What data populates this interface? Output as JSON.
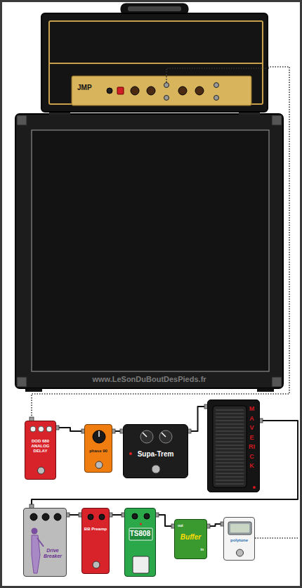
{
  "diagram": {
    "nodes": [
      {
        "text": [
          "JMP"
        ]
      },
      {
        "text": [
          "DOD 680 ANALOG DELAY"
        ]
      },
      {
        "text": [
          "phase 90"
        ]
      },
      {
        "text": [
          "Supa-Trem"
        ]
      },
      {
        "text": [
          "MAVERICK"
        ]
      },
      {
        "text": [
          "Drive Breaker"
        ]
      },
      {
        "text": [
          "BB Preamp"
        ]
      },
      {
        "text": [
          "TS808"
        ]
      },
      {
        "text": [
          "out",
          "Buffer",
          "in"
        ]
      },
      {
        "text": [
          "polytune"
        ]
      }
    ],
    "edges": [
      {
        "from": 1,
        "to": 0,
        "arrow": "none"
      },
      {
        "from": 1,
        "to": 2,
        "arrow": "none"
      },
      {
        "from": 2,
        "to": 3,
        "arrow": "none"
      },
      {
        "from": 3,
        "to": 4,
        "arrow": "none"
      },
      {
        "from": 4,
        "to": 5,
        "arrow": "none"
      },
      {
        "from": 5,
        "to": 6,
        "arrow": "none"
      },
      {
        "from": 6,
        "to": 7,
        "arrow": "none"
      },
      {
        "from": 7,
        "to": 8,
        "arrow": "none"
      },
      {
        "from": 8,
        "to": 9,
        "arrow": "none"
      }
    ],
    "labels": [
      "www.LeSonDuBoutDesPieds.fr"
    ]
  }
}
